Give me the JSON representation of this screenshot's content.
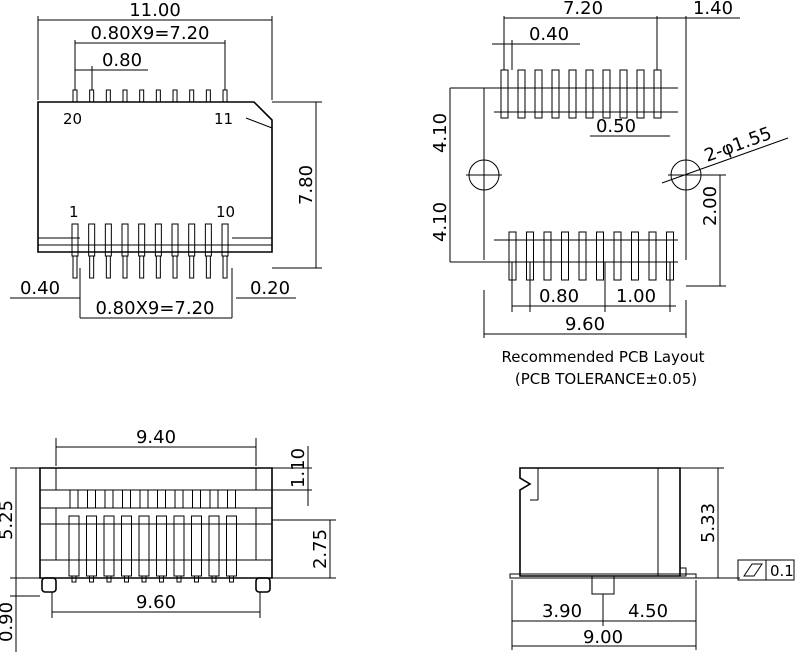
{
  "top_view": {
    "width_total": "11.00",
    "pitch_total": "0.80X9=7.20",
    "pitch": "0.80",
    "pin_20": "20",
    "pin_11": "11",
    "pin_1": "1",
    "pin_10": "10",
    "height": "7.80",
    "pin_offset_left": "0.40",
    "pin_offset_right": "0.20",
    "pitch_total_bottom": "0.80X9=7.20"
  },
  "pcb_layout": {
    "pitch_span": "7.20",
    "edge_offset": "1.40",
    "pad_width": "0.40",
    "pad_gap": "0.50",
    "hole_spec": "2-φ1.55",
    "half_height_top": "4.10",
    "half_height_bottom": "4.10",
    "hole_offset": "2.00",
    "pitch": "0.80",
    "pad_length": "1.00",
    "overall_width": "9.60",
    "caption_line1": "Recommended PCB Layout",
    "caption_line2": "(PCB TOLERANCE±0.05)"
  },
  "front_view": {
    "top_width": "9.40",
    "slot_depth": "1.10",
    "total_height": "5.25",
    "contact_height": "2.75",
    "base_width": "9.60",
    "standoff": "0.90"
  },
  "side_view": {
    "height": "5.33",
    "flatness_value": "0.1",
    "left_span": "3.90",
    "right_span": "4.50",
    "total_length": "9.00"
  }
}
